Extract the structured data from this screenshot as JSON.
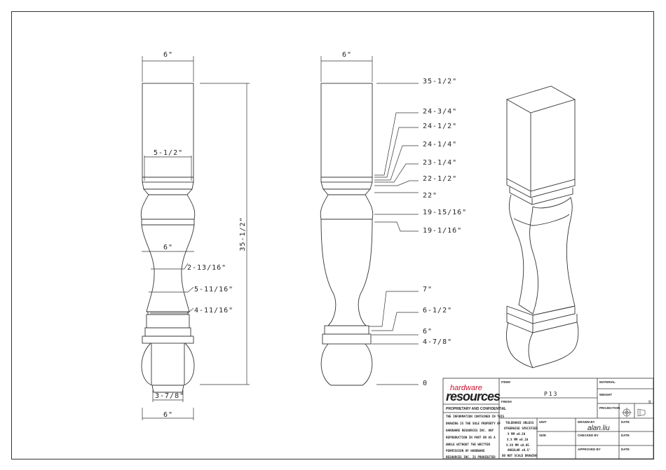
{
  "front_view": {
    "top_width": "6\"",
    "neck_width": "5-1/2\"",
    "mid_width": "6\"",
    "collar_1": "2-13/16\"",
    "collar_2": "5-11/16\"",
    "collar_3": "4-11/16\"",
    "foot_neck": "3-7/8\"",
    "bottom_width": "6\"",
    "total_height": "35-1/2\""
  },
  "side_view": {
    "top_width": "6\"",
    "heights": [
      "35-1/2\"",
      "24-3/4\"",
      "24-1/2\"",
      "24-1/4\"",
      "23-1/4\"",
      "22-1/2\"",
      "22\"",
      "19-15/16\"",
      "19-1/16\"",
      "7\"",
      "6-1/2\"",
      "6\"",
      "4-7/8\"",
      "0"
    ]
  },
  "title_block": {
    "logo_top": "hardware",
    "logo_bottom": "resources",
    "proprietary_heading": "PROPRIETARY AND CONFIDENTIAL",
    "proprietary_text": [
      "THE INFORMATION CONTAINED IN THIS",
      "DRAWING IS THE SOLE PROPERTY OF",
      "HARDWARE RESOURCES INC. ANY",
      "REPRODUCTION IN PART OR AS A",
      "WHOLE WITHOUT THE WRITTEN",
      "PERMISSION OF HARDWARE",
      "RESOURCES INC. IS PROHIBITED"
    ],
    "item_label": "ITEM#",
    "item_value": "P13",
    "finish_label": "FINISH",
    "material_label": "MATERIAL",
    "weight_label": "WEIGHT",
    "weight_value": "9",
    "projection_label": "PROJECTION",
    "tolerance": [
      "TOLERANCE UNLESS",
      "OTHERWISE SPECIFIED",
      "X   MM   ±0.20",
      "X.X   MM   ±0.10",
      "X.XX   MM   ±0.05",
      "ANGULAR   ±0.5°",
      "DO NOT SCALE DRAWING"
    ],
    "unit_label": "UNIT",
    "size_label": "SIZE",
    "drawn_by_label": "DRAWN BY",
    "drawn_by_value": "alan.liu",
    "checked_by_label": "CHECKED BY",
    "approved_by_label": "APPROVED BY",
    "date_label": "DATE",
    "logo_color": "#c8102e"
  }
}
